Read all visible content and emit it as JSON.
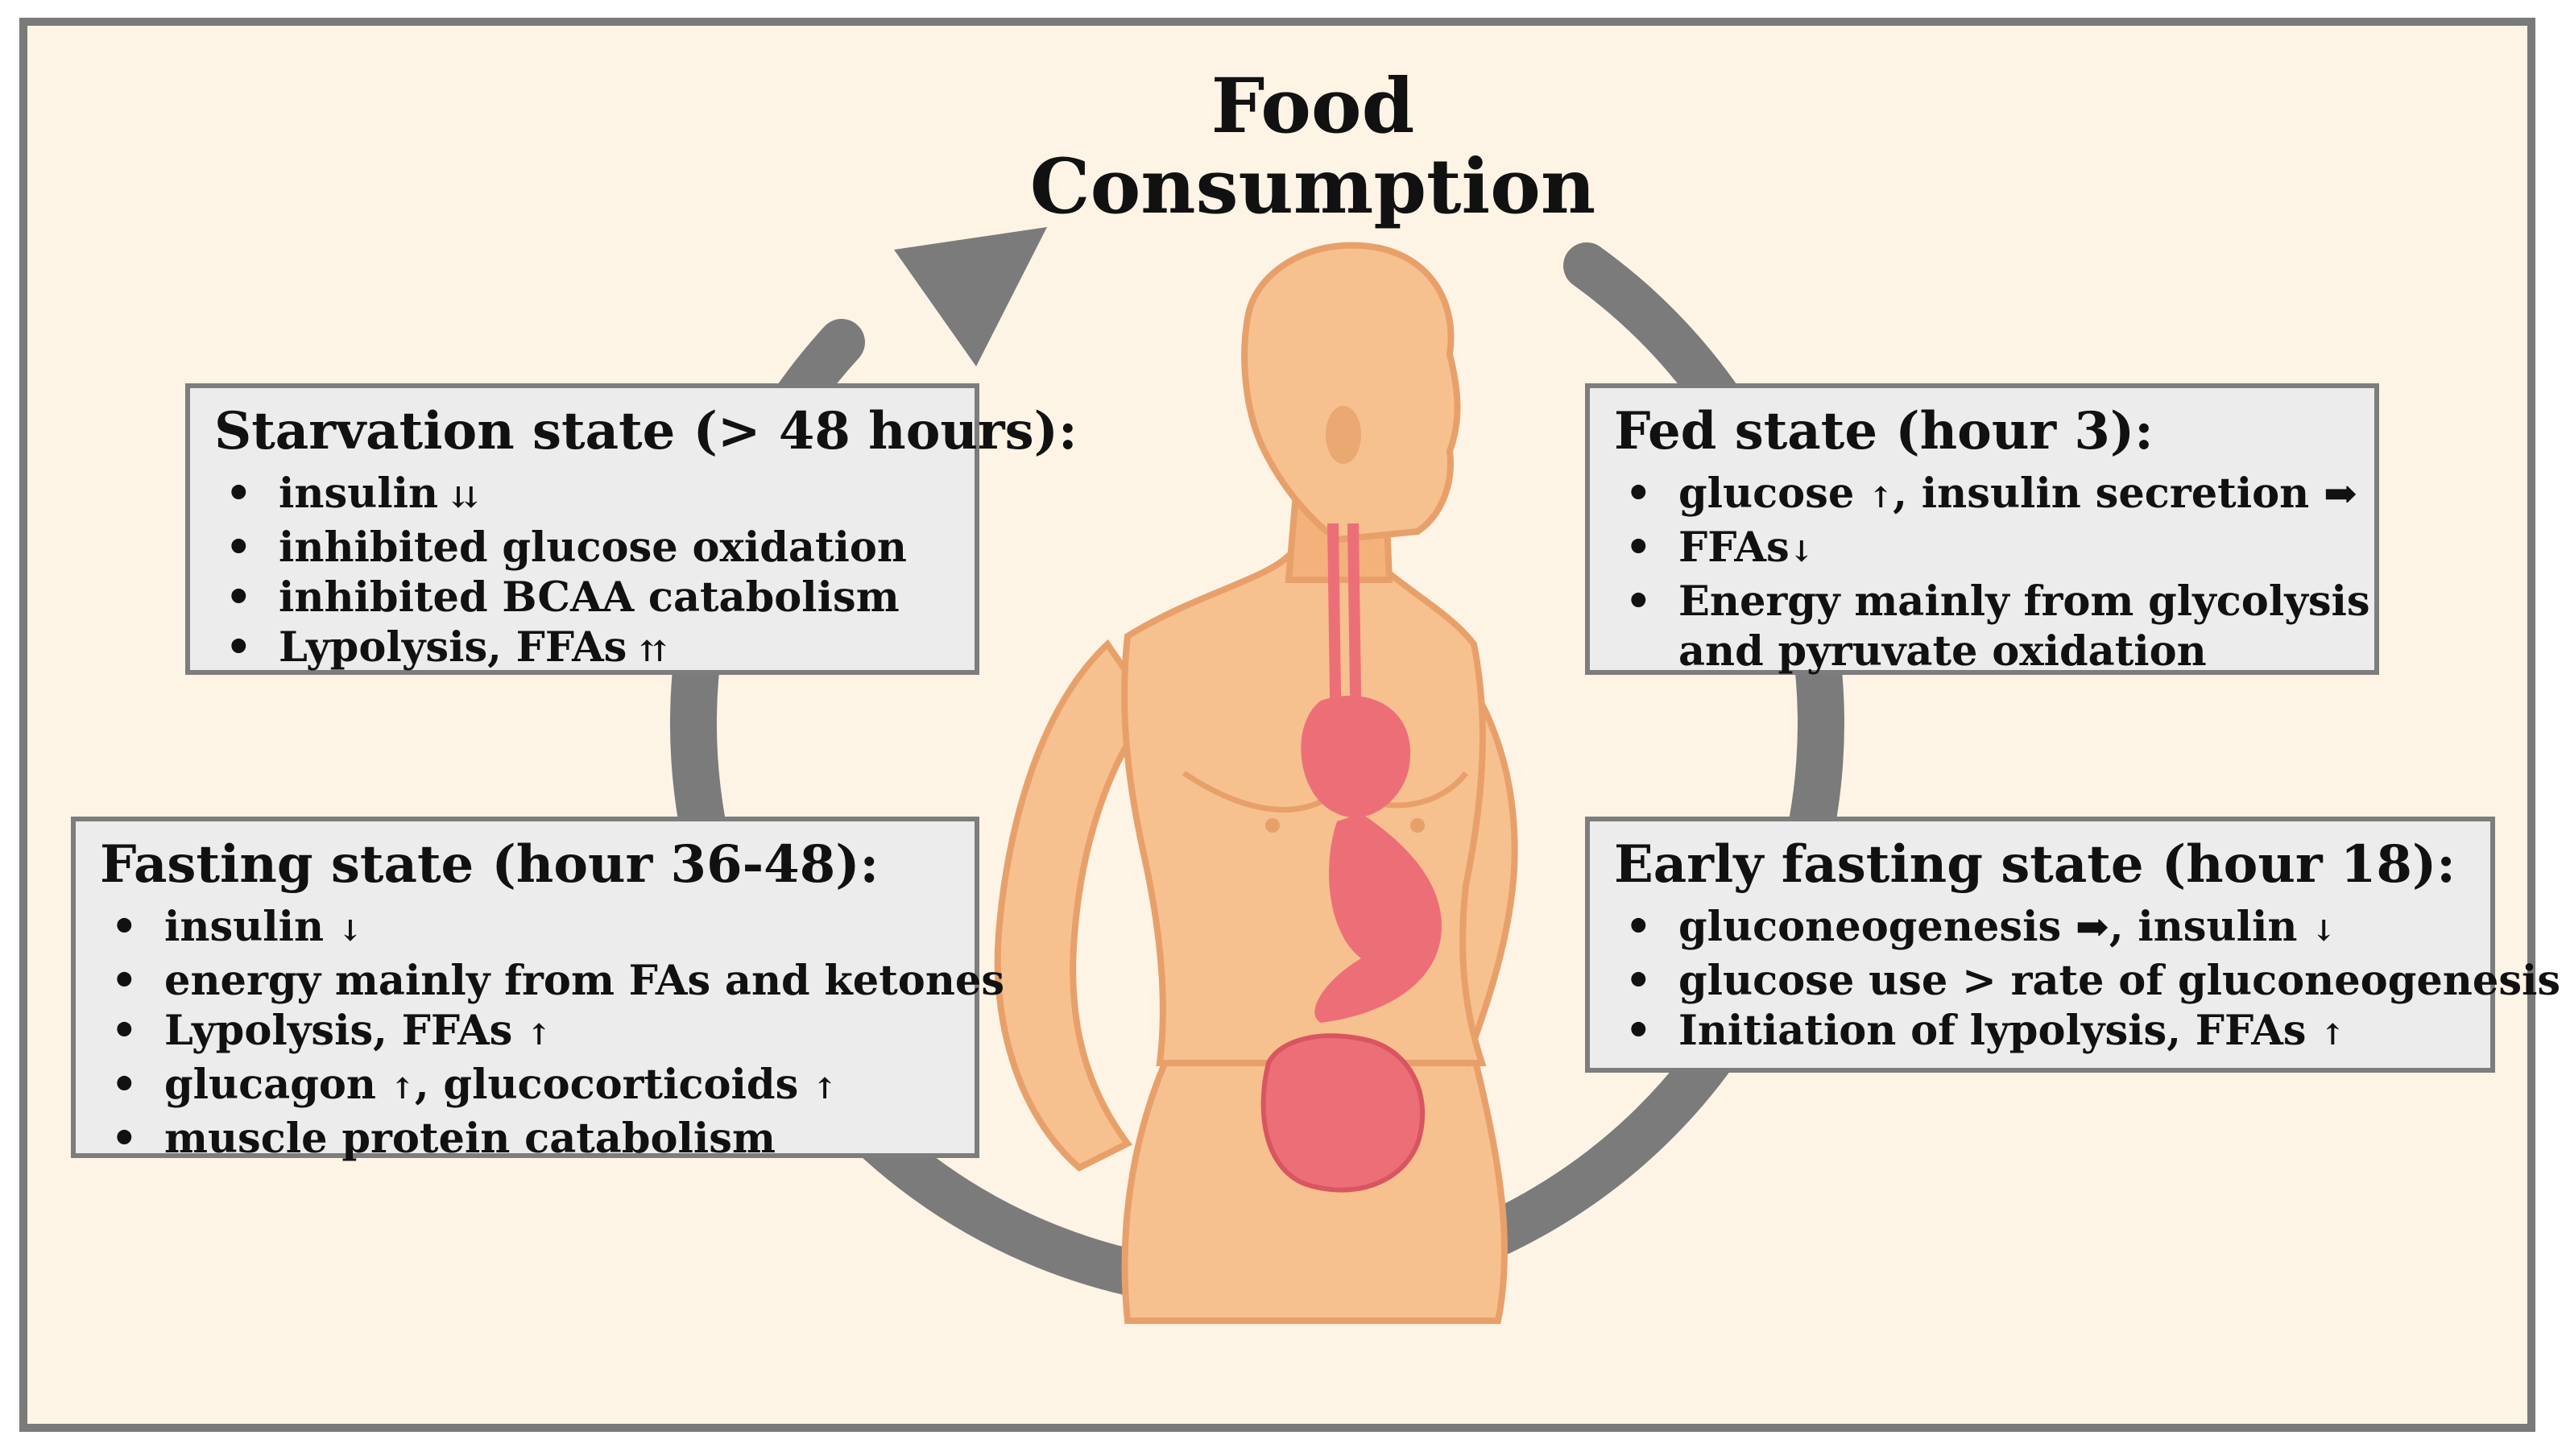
{
  "title": {
    "line1": "Food",
    "line2": "Consumption"
  },
  "colors": {
    "background": "#fdf4e6",
    "frame": "#7a7a7a",
    "cycle_arrow": "#7b7b7b",
    "box_fill": "#ececec",
    "box_border": "#7d7d7d",
    "skin": "#f7c08f",
    "skin_outline": "#e8a06a",
    "organs": "#ec6f78"
  },
  "boxes": {
    "starvation": {
      "title": "Starvation state (> 48 hours):",
      "items": [
        {
          "text": "insulin ",
          "arrow": "⇊"
        },
        {
          "text": "inhibited glucose oxidation",
          "arrow": ""
        },
        {
          "text": "inhibited BCAA catabolism",
          "arrow": ""
        },
        {
          "text": "Lypolysis, FFAs ",
          "arrow": "⇈"
        }
      ]
    },
    "fed": {
      "title": "Fed state (hour 3):",
      "items": [
        {
          "text": "glucose ",
          "arrow": "↑",
          "text2": ", insulin secretion ",
          "arrow2": "➡"
        },
        {
          "text": "FFAs",
          "arrow": "↓"
        },
        {
          "text": "Energy mainly from glycolysis",
          "arrow": ""
        },
        {
          "text": "and pyruvate oxidation",
          "arrow": "",
          "continuation": true
        }
      ]
    },
    "fasting": {
      "title": "Fasting state (hour 36-48):",
      "items": [
        {
          "text": "insulin ",
          "arrow": "↓"
        },
        {
          "text": "energy mainly from FAs and ketones",
          "arrow": ""
        },
        {
          "text": "Lypolysis, FFAs ",
          "arrow": "↑"
        },
        {
          "text": "glucagon ",
          "arrow": "↑",
          "text2": ", glucocorticoids ",
          "arrow2": "↑"
        },
        {
          "text": "muscle protein catabolism",
          "arrow": ""
        }
      ]
    },
    "early": {
      "title": "Early fasting state (hour 18):",
      "items": [
        {
          "text": "gluconeogenesis ",
          "arrow": "➡",
          "text2": ", insulin ",
          "arrow2": "↓"
        },
        {
          "text": "glucose use > rate of gluconeogenesis",
          "arrow": ""
        },
        {
          "text": "Initiation of lypolysis, FFAs ",
          "arrow": "↑"
        }
      ]
    }
  },
  "bullet_char": "•"
}
